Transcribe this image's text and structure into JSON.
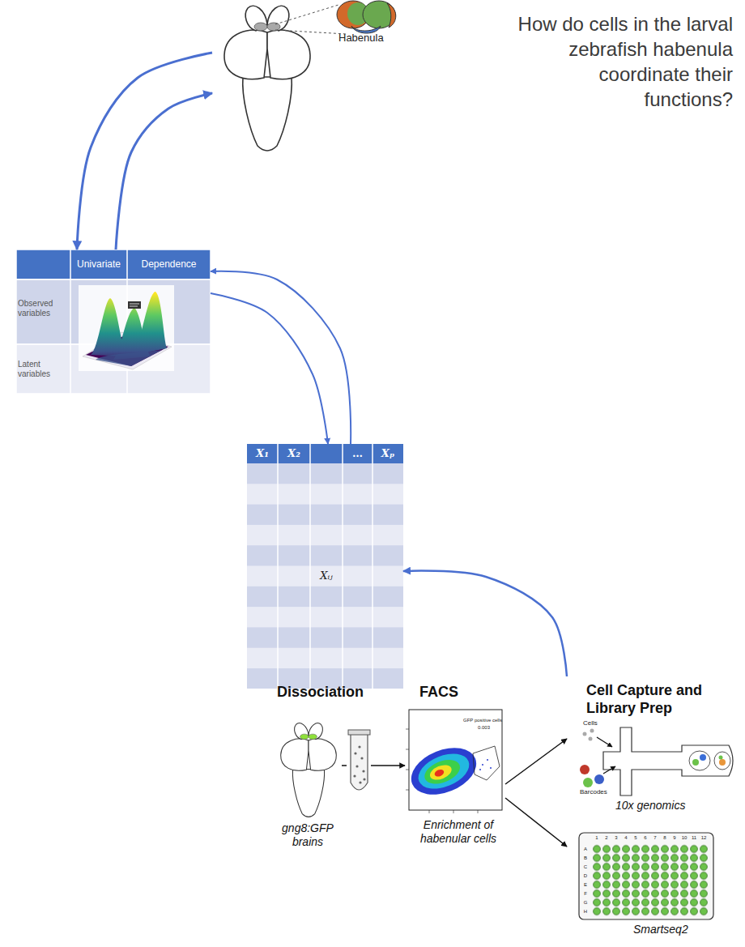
{
  "diagram": {
    "nodes": [
      {
        "text": [
          "Habenula",
          "How do cells in the larval zebrafish habenula coordinate their functions?"
        ]
      },
      {
        "text": [
          "Univariate",
          "Dependence",
          "Observed variables",
          "Latent variables"
        ]
      },
      {
        "text": [
          "X₁",
          "X₂",
          "…",
          "Xₚ",
          "Xᵢⱼ"
        ]
      },
      {
        "text": [
          "Dissociation",
          "gng8:GFP brains",
          "FACS",
          "Enrichment of habenular cells",
          "Cell Capture and Library Prep",
          "10x genomics",
          "Smartseq2"
        ]
      }
    ],
    "edges": [
      {
        "from": 0,
        "to": 1,
        "arrow": "to"
      },
      {
        "from": 1,
        "to": 0,
        "arrow": "to"
      },
      {
        "from": 2,
        "to": 1,
        "arrow": "to"
      },
      {
        "from": 1,
        "to": 2,
        "arrow": "to"
      },
      {
        "from": 3,
        "to": 2,
        "arrow": "to"
      }
    ],
    "labels": [
      "GFP positive cells",
      "0.003",
      "Cells",
      "Barcodes",
      "1",
      "2",
      "3",
      "4",
      "5",
      "6",
      "7",
      "8",
      "9",
      "10",
      "11",
      "12",
      "A",
      "B",
      "C",
      "D",
      "E",
      "F",
      "G",
      "H"
    ]
  }
}
